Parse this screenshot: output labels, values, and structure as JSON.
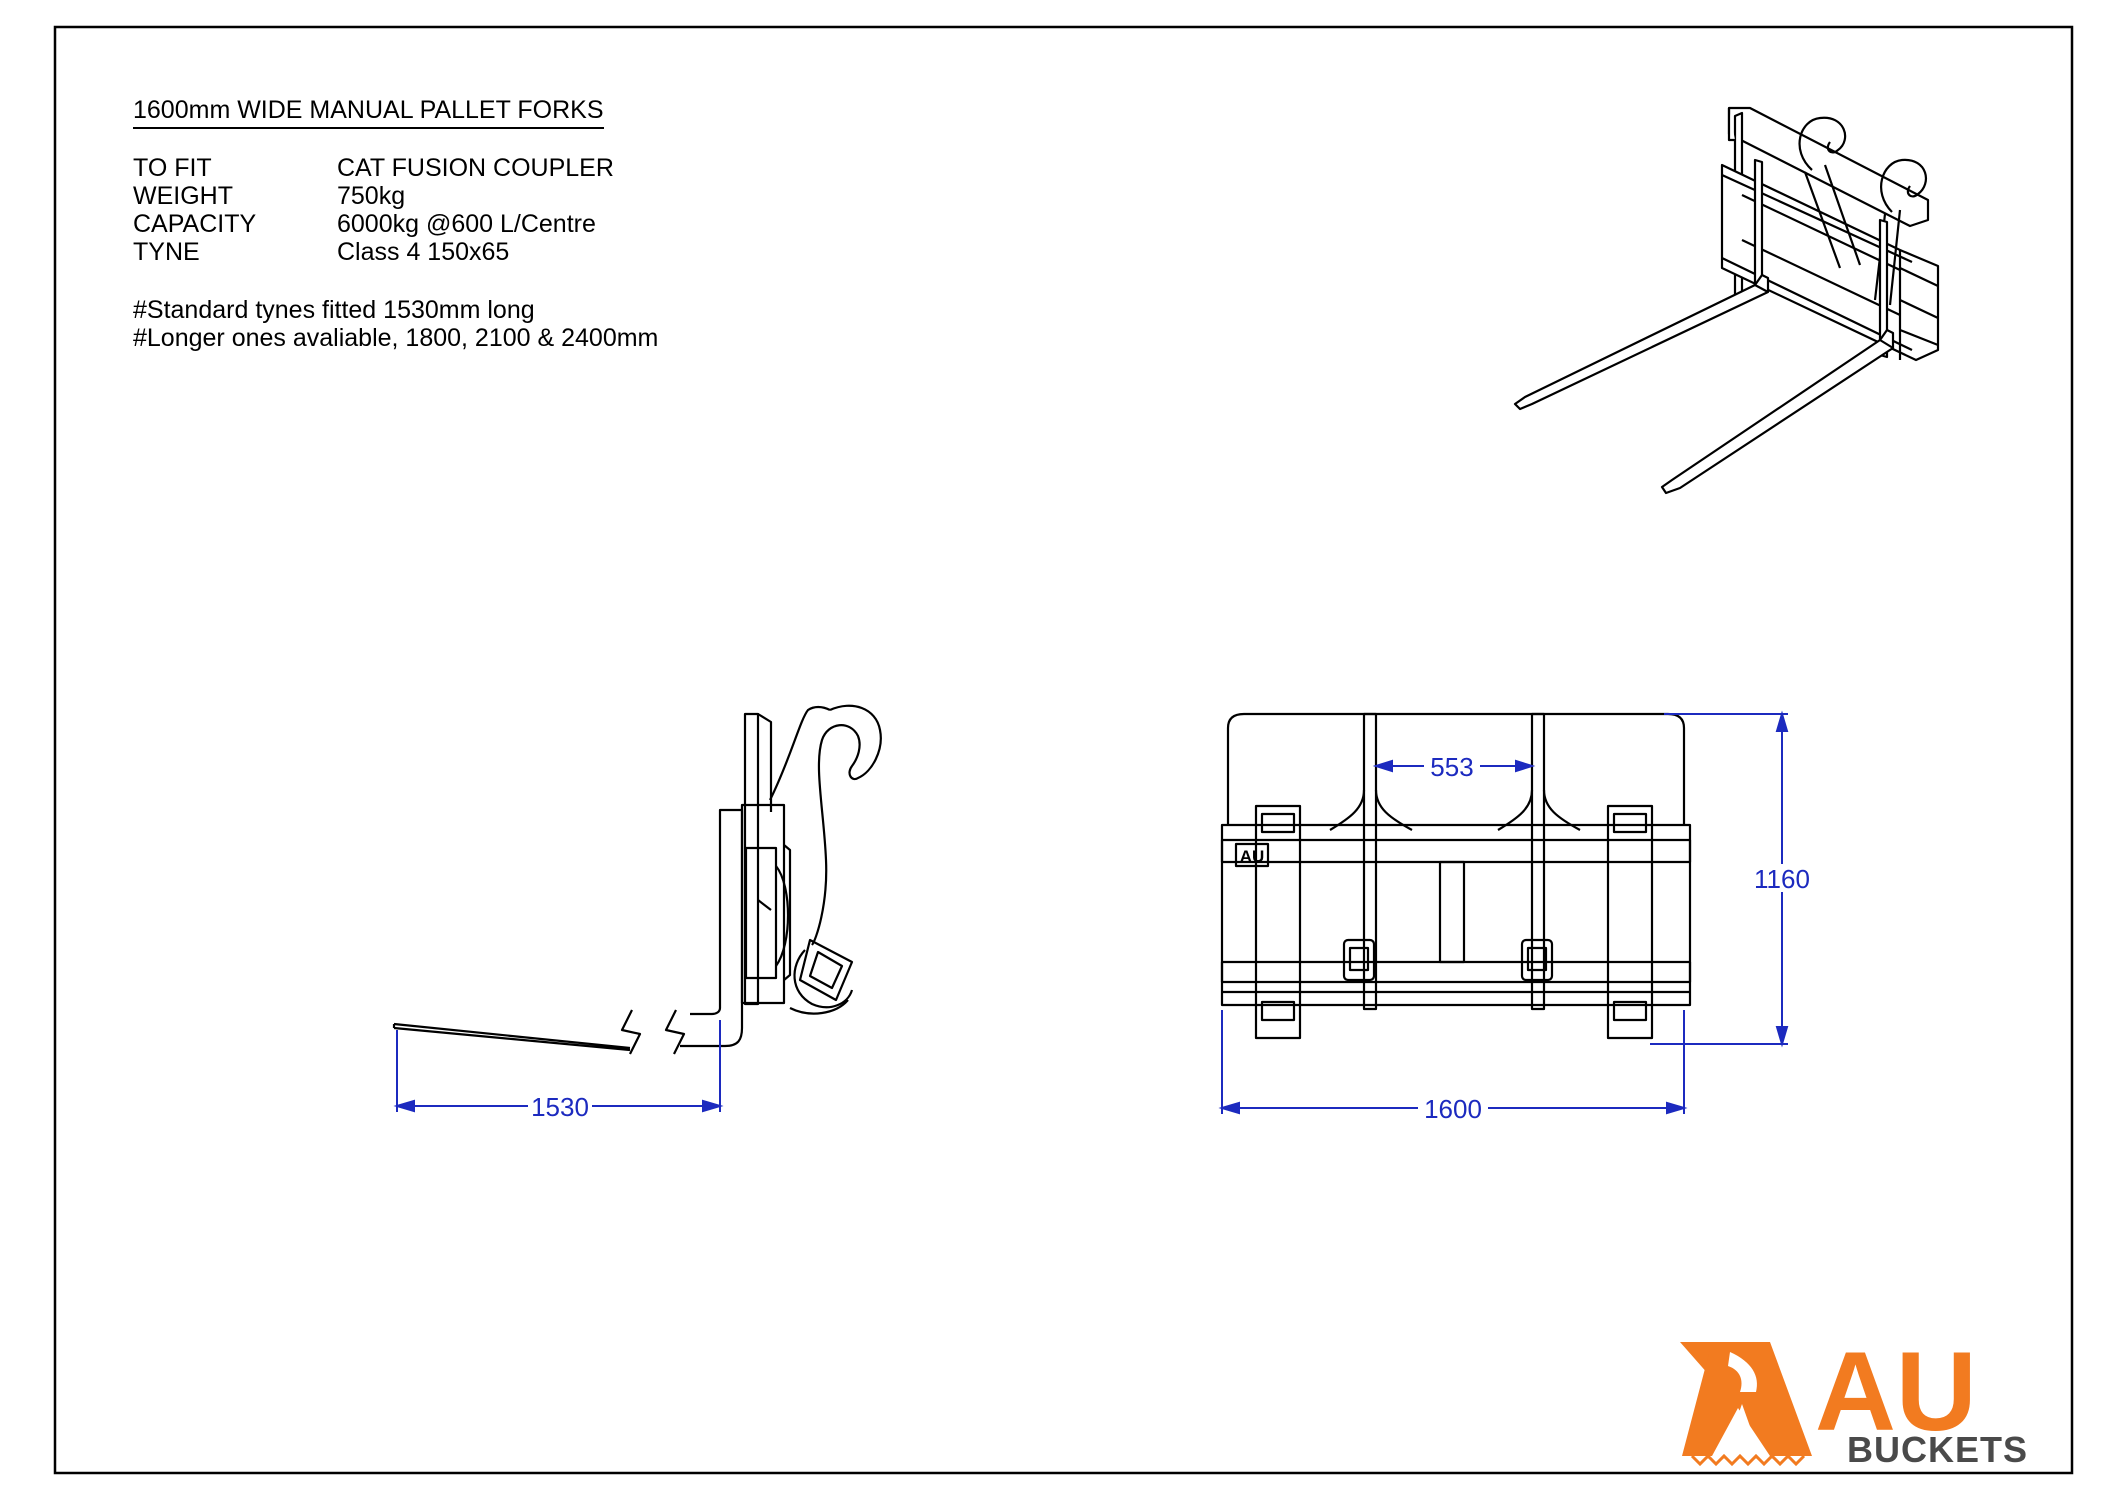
{
  "title": "1600mm WIDE MANUAL PALLET FORKS",
  "specs": [
    {
      "label": "TO FIT",
      "value": "CAT FUSION COUPLER"
    },
    {
      "label": "WEIGHT",
      "value": "750kg"
    },
    {
      "label": "CAPACITY",
      "value": "6000kg @600 L/Centre"
    },
    {
      "label": "TYNE",
      "value": "Class 4 150x65"
    }
  ],
  "notes": [
    "#Standard tynes fitted 1530mm long",
    "#Longer ones avaliable, 1800, 2100 & 2400mm"
  ],
  "dimensions": {
    "side_length": "1530",
    "front_width": "1600",
    "front_height": "1160",
    "tyne_spacing": "553"
  },
  "plate_badge": "AU",
  "logo": {
    "letters": "AU",
    "subtitle": "BUCKETS",
    "accent_color": "#f27b20",
    "text_color": "#4a4a4a"
  },
  "colors": {
    "dimension": "#1c2abf",
    "line": "#000000"
  }
}
